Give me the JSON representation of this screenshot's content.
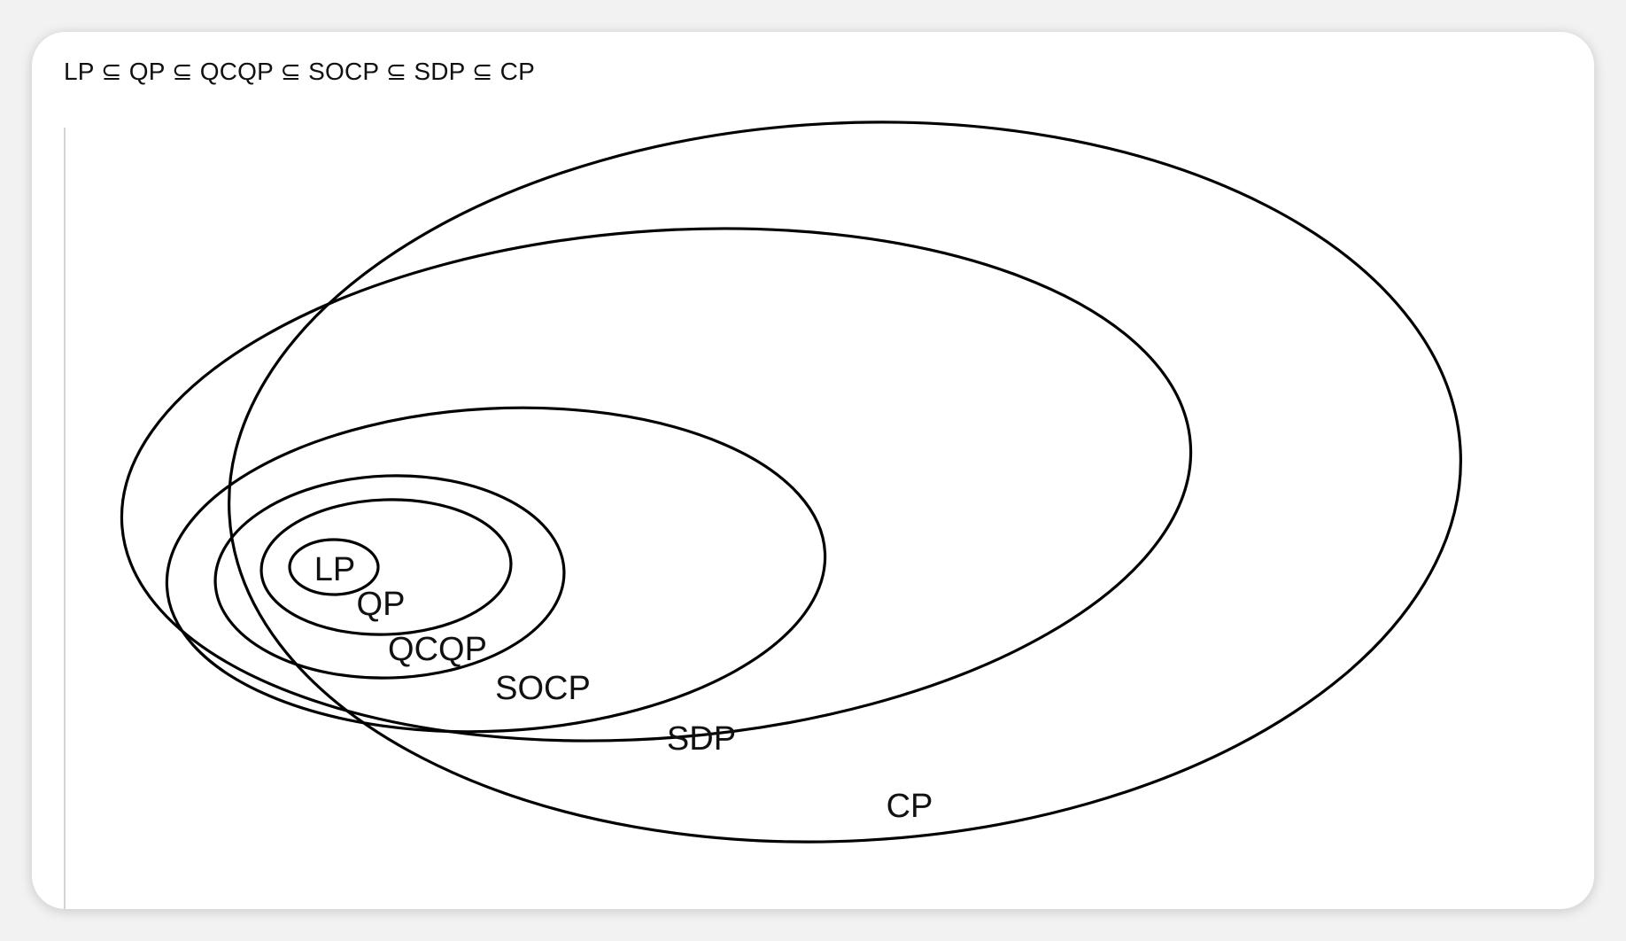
{
  "header": {
    "formula": "LP ⊆ QP ⊆ QCQP ⊆ SOCP ⊆ SDP ⊆ CP"
  },
  "diagram": {
    "sets": [
      {
        "id": "lp",
        "label": "LP"
      },
      {
        "id": "qp",
        "label": "QP"
      },
      {
        "id": "qcqp",
        "label": "QCQP"
      },
      {
        "id": "socp",
        "label": "SOCP"
      },
      {
        "id": "sdp",
        "label": "SDP"
      },
      {
        "id": "cp",
        "label": "CP"
      }
    ]
  }
}
